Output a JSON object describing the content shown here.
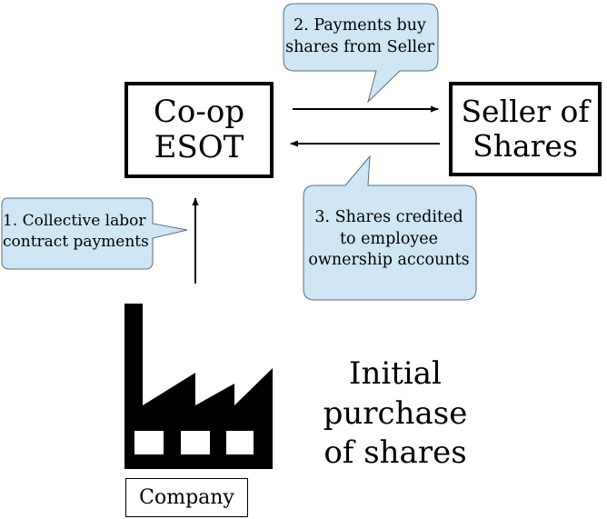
{
  "diagram": {
    "coop_box": {
      "line1": "Co-op",
      "line2": "ESOT"
    },
    "seller_box": {
      "line1": "Seller of",
      "line2": "Shares"
    },
    "callout_1": {
      "line1": "1. Collective labor",
      "line2": "contract payments"
    },
    "callout_2": {
      "line1": "2. Payments buy",
      "line2": "shares from Seller"
    },
    "callout_3": {
      "line1": "3. Shares credited",
      "line2": "to employee",
      "line3": "ownership accounts"
    },
    "initial_purchase": {
      "line1": "Initial",
      "line2": "purchase",
      "line3": "of shares"
    },
    "company_label": "Company",
    "colors": {
      "callout_fill": "#cfe7f5",
      "callout_stroke": "#5a6e7d",
      "ink": "#000000"
    },
    "icons": [
      "factory-icon",
      "arrow-right-icon",
      "arrow-left-icon",
      "arrow-up-icon"
    ]
  }
}
